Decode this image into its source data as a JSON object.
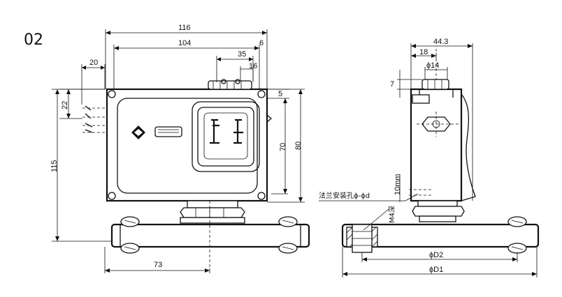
{
  "figure_label": "02",
  "front_view": {
    "dims": {
      "overall_width": "116",
      "inner_width": "104",
      "right_offset": "6",
      "port_width": "35",
      "port_inner": "16",
      "left_offset": "20",
      "top_small": "5",
      "height_inner": "70",
      "height_outer": "80",
      "left_height": "22",
      "total_height": "115",
      "base_offset": "73"
    }
  },
  "side_view": {
    "dims": {
      "depth": "44.3",
      "offset": "18",
      "port_dia": "ϕ14",
      "small": "7",
      "thread_depth": "10mm",
      "thread_label": "M4深",
      "mount_hole": "法兰安装孔ϕ-ϕd",
      "d2": "ϕD2",
      "d1": "ϕD1"
    }
  },
  "colors": {
    "ink": "#111111",
    "paper": "#ffffff"
  }
}
